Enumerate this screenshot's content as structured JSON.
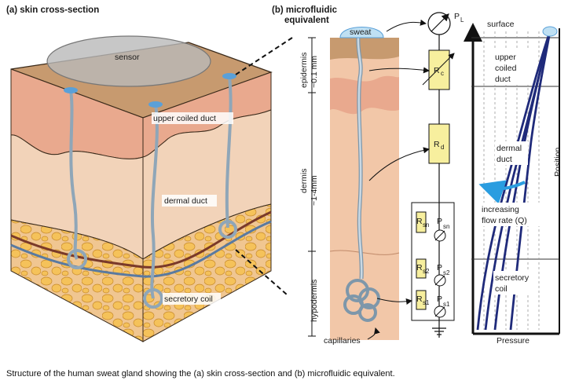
{
  "panel_a": {
    "title": "(a) skin cross-section",
    "sensor": "sensor",
    "upper_coiled_duct": "upper coiled duct",
    "dermal_duct": "dermal duct",
    "secretory_coil": "secretory coil"
  },
  "panel_b": {
    "title_line1": "(b) microfluidic",
    "title_line2": "equivalent",
    "sweat": "sweat",
    "epidermis": "epidermis",
    "epidermis_depth": "~0.1 mm",
    "dermis": "dermis",
    "dermis_depth": "~1-4mm",
    "hypodermis": "hypodermis",
    "capillaries": "capillaries",
    "P": "P",
    "L": "L",
    "R": "R",
    "c": "c",
    "d": "d",
    "sn": "sn",
    "s2": "s2",
    "s1": "s1"
  },
  "panel_c": {
    "surface": "surface",
    "upper": "upper",
    "coiled": "coiled",
    "duct": "duct",
    "dermal": "dermal",
    "increasing": "increasing",
    "flow_rate": "flow rate (Q)",
    "secretory": "secretory",
    "coil": "coil",
    "position_axis": "Position",
    "pressure_axis": "Pressure"
  },
  "caption": "Structure of the human sweat gland showing the (a) skin cross-section and (b) microfluidic equivalent.",
  "colors": {
    "epidermis": "#e9a98e",
    "dermis": "#f2d3b9",
    "hypodermis": "#f0c691",
    "fat": "#f5c25a",
    "duct": "#b7c9d6",
    "resistor": "#f7ef9e",
    "curve": "#1f2a7a",
    "arrow": "#2a9de0"
  }
}
